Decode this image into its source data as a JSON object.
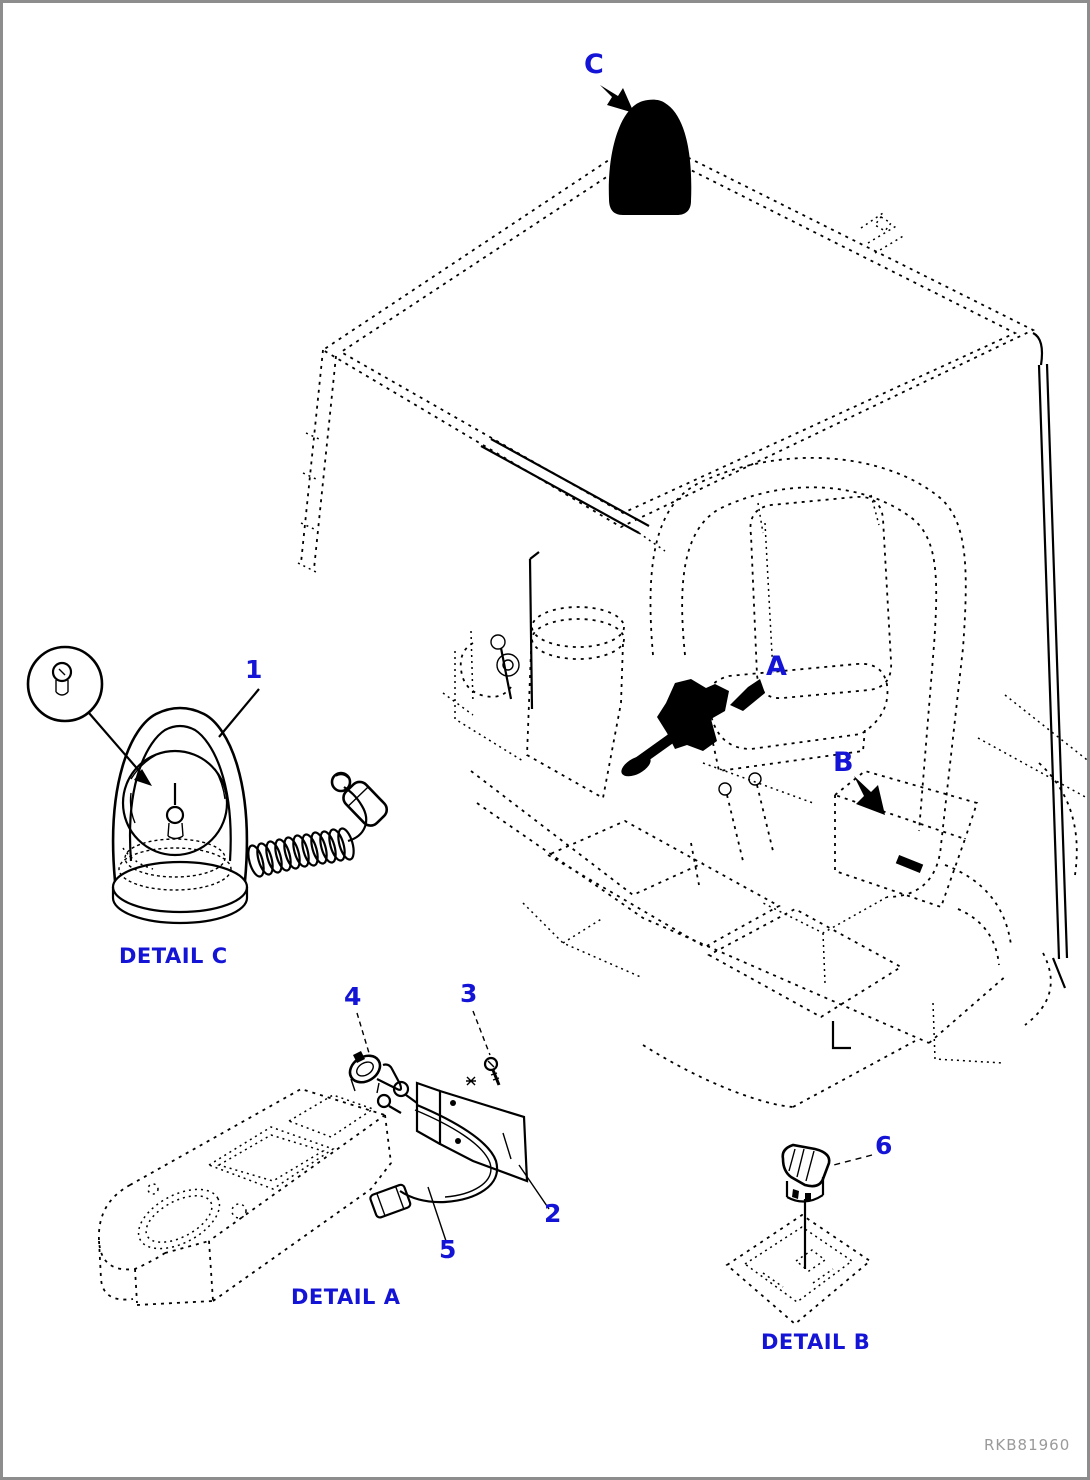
{
  "page": {
    "background": "#ffffff",
    "frame_color": "#8d8d8d",
    "line_color": "#000000",
    "label_color": "#1414d6",
    "watermark_color": "#9a9a9a"
  },
  "drawing": {
    "kind": "machine-cab-beacon-lamp-parts-diagram",
    "style": "black line art, hidden parts dashed, callouts in blue",
    "markers": {
      "view_arrow": "solid-black-arrow",
      "beacon_silhouette": "solid-black-dome"
    }
  },
  "view_labels": [
    {
      "id": "C",
      "text": "C"
    },
    {
      "id": "A",
      "text": "A"
    },
    {
      "id": "B",
      "text": "B"
    }
  ],
  "part_labels": [
    {
      "number": "1",
      "detail": "C"
    },
    {
      "number": "2",
      "detail": "A"
    },
    {
      "number": "3",
      "detail": "A"
    },
    {
      "number": "4",
      "detail": "A"
    },
    {
      "number": "5",
      "detail": "A"
    },
    {
      "number": "6",
      "detail": "B"
    }
  ],
  "captions": {
    "detail_c": "DETAIL C",
    "detail_a": "DETAIL A",
    "detail_b": "DETAIL B"
  },
  "watermark": "RKB81960"
}
